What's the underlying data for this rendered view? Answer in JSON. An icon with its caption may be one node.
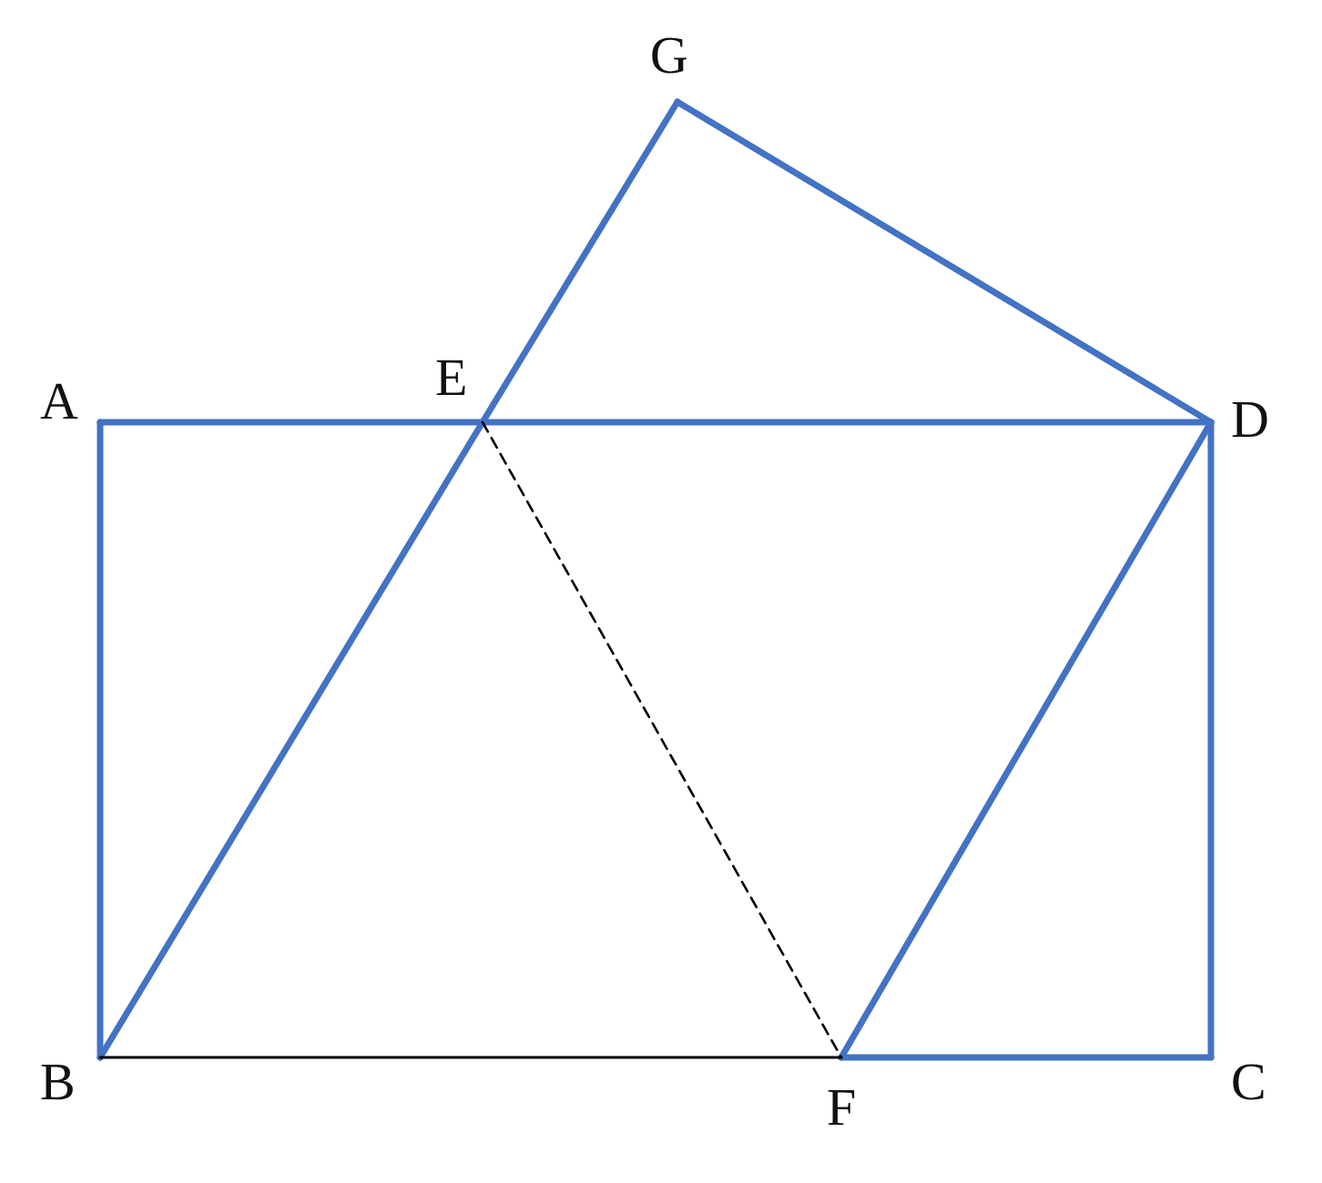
{
  "diagram": {
    "nodes": [
      {
        "text": [
          "A"
        ]
      },
      {
        "text": [
          "B"
        ]
      },
      {
        "text": [
          "C"
        ]
      },
      {
        "text": [
          "D"
        ]
      },
      {
        "text": [
          "E"
        ]
      },
      {
        "text": [
          "F"
        ]
      },
      {
        "text": [
          "G"
        ]
      }
    ],
    "edges": [
      {
        "from": 0,
        "to": 4,
        "arrow": "none"
      },
      {
        "from": 4,
        "to": 3,
        "arrow": "none"
      },
      {
        "from": 0,
        "to": 1,
        "arrow": "none"
      },
      {
        "from": 1,
        "to": 4,
        "arrow": "none"
      },
      {
        "from": 4,
        "to": 6,
        "arrow": "none"
      },
      {
        "from": 6,
        "to": 3,
        "arrow": "none"
      },
      {
        "from": 3,
        "to": 5,
        "arrow": "none"
      },
      {
        "from": 3,
        "to": 2,
        "arrow": "none"
      },
      {
        "from": 2,
        "to": 5,
        "arrow": "none"
      },
      {
        "from": 5,
        "to": 1,
        "arrow": "none",
        "color": "#000000"
      },
      {
        "from": 4,
        "to": 5,
        "arrow": "none",
        "style": "dashed",
        "color": "#000000"
      }
    ]
  }
}
